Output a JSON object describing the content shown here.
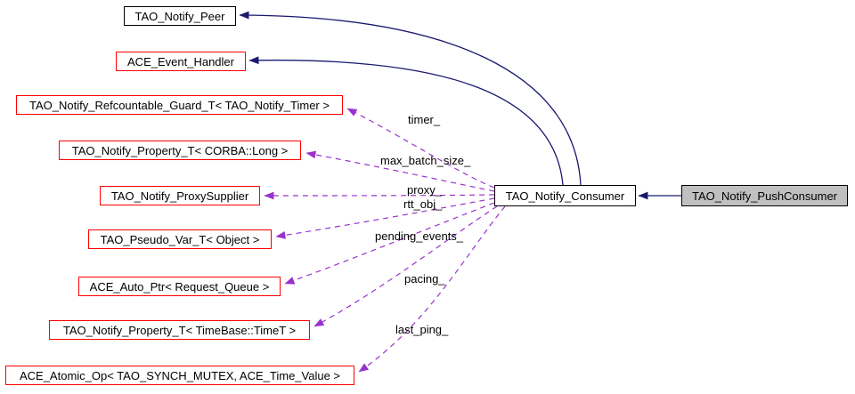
{
  "diagram": {
    "type": "doxygen-collaboration-graph",
    "colors": {
      "inheritance_edge": "#191970",
      "usage_edge": "#9932cc",
      "node_border": "#ff0000",
      "plain_node_border": "#000000",
      "current_node_fill": "#c0c0c0"
    },
    "nodes": [
      {
        "id": "tao-notify-peer",
        "label": "TAO_Notify_Peer",
        "style": "black-border"
      },
      {
        "id": "ace-event-handler",
        "label": "ACE_Event_Handler",
        "style": "red-border"
      },
      {
        "id": "tao-notify-refcountable-guard",
        "label": "TAO_Notify_Refcountable_Guard_T< TAO_Notify_Timer >",
        "style": "red-border"
      },
      {
        "id": "tao-notify-property-corba-long",
        "label": "TAO_Notify_Property_T< CORBA::Long >",
        "style": "red-border"
      },
      {
        "id": "tao-notify-proxysupplier",
        "label": "TAO_Notify_ProxySupplier",
        "style": "red-border"
      },
      {
        "id": "tao-pseudo-var",
        "label": "TAO_Pseudo_Var_T< Object >",
        "style": "red-border"
      },
      {
        "id": "ace-auto-ptr",
        "label": "ACE_Auto_Ptr< Request_Queue >",
        "style": "red-border"
      },
      {
        "id": "tao-notify-property-timebase",
        "label": "TAO_Notify_Property_T< TimeBase::TimeT >",
        "style": "red-border"
      },
      {
        "id": "ace-atomic-op",
        "label": "ACE_Atomic_Op< TAO_SYNCH_MUTEX, ACE_Time_Value >",
        "style": "red-border"
      },
      {
        "id": "tao-notify-consumer",
        "label": "TAO_Notify_Consumer",
        "style": "black-border"
      },
      {
        "id": "tao-notify-pushconsumer",
        "label": "TAO_Notify_PushConsumer",
        "style": "current-gray"
      }
    ],
    "edges": [
      {
        "type": "inheritance",
        "from": "TAO_Notify_Consumer",
        "to": "TAO_Notify_Peer",
        "label": ""
      },
      {
        "type": "inheritance",
        "from": "TAO_Notify_Consumer",
        "to": "ACE_Event_Handler",
        "label": ""
      },
      {
        "type": "inheritance",
        "from": "TAO_Notify_PushConsumer",
        "to": "TAO_Notify_Consumer",
        "label": ""
      },
      {
        "type": "usage",
        "from": "TAO_Notify_Consumer",
        "to": "TAO_Notify_Refcountable_Guard_T< TAO_Notify_Timer >",
        "label": "timer_"
      },
      {
        "type": "usage",
        "from": "TAO_Notify_Consumer",
        "to": "TAO_Notify_Property_T< CORBA::Long >",
        "label": "max_batch_size_"
      },
      {
        "type": "usage",
        "from": "TAO_Notify_Consumer",
        "to": "TAO_Notify_ProxySupplier",
        "label": "proxy_"
      },
      {
        "type": "usage",
        "from": "TAO_Notify_Consumer",
        "to": "TAO_Pseudo_Var_T< Object >",
        "label": "rtt_obj_"
      },
      {
        "type": "usage",
        "from": "TAO_Notify_Consumer",
        "to": "ACE_Auto_Ptr< Request_Queue >",
        "label": "pending_events_"
      },
      {
        "type": "usage",
        "from": "TAO_Notify_Consumer",
        "to": "TAO_Notify_Property_T< TimeBase::TimeT >",
        "label": "pacing_"
      },
      {
        "type": "usage",
        "from": "TAO_Notify_Consumer",
        "to": "ACE_Atomic_Op< TAO_SYNCH_MUTEX, ACE_Time_Value >",
        "label": "last_ping_"
      }
    ]
  }
}
